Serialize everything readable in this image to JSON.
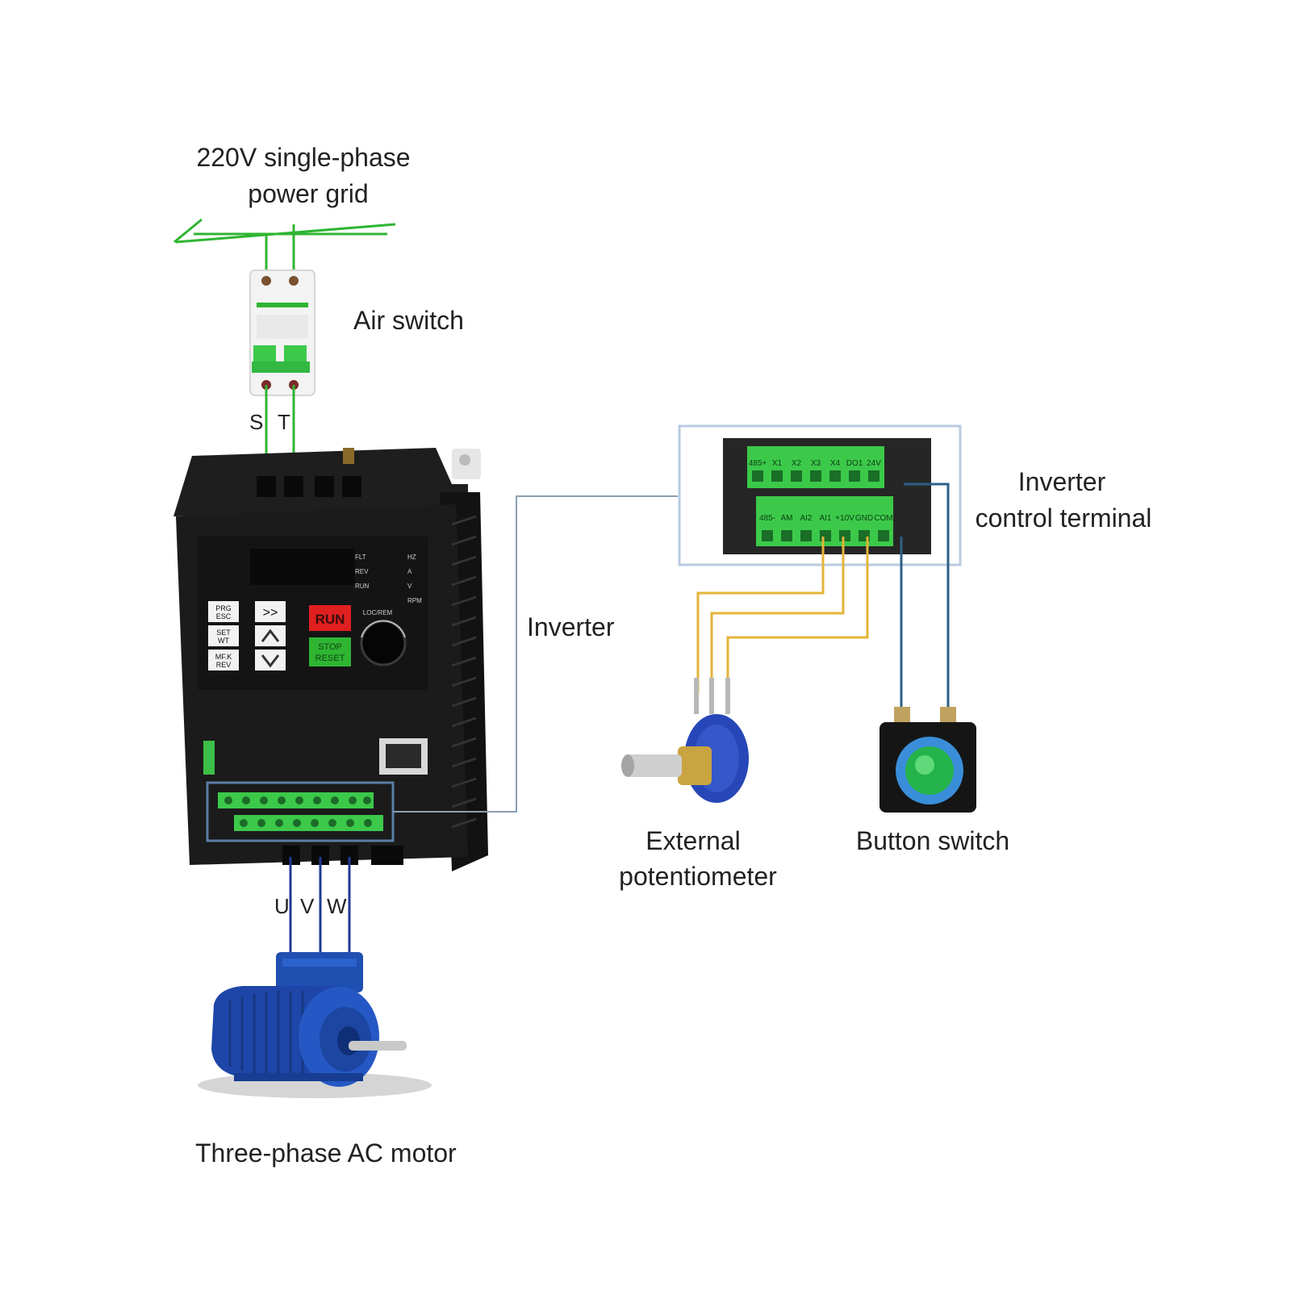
{
  "labels": {
    "power_grid_line1": "220V single-phase",
    "power_grid_line2": "power grid",
    "air_switch": "Air switch",
    "inverter": "Inverter",
    "control_terminal_line1": "Inverter",
    "control_terminal_line2": "control terminal",
    "potentiometer_line1": "External",
    "potentiometer_line2": "potentiometer",
    "button_switch": "Button switch",
    "motor": "Three-phase AC motor"
  },
  "input_terminals": {
    "s": "S",
    "t": "T"
  },
  "output_terminals": {
    "u": "U",
    "v": "V",
    "w": "W"
  },
  "keypad": {
    "run": "RUN",
    "stop_line1": "STOP",
    "stop_line2": "RESET",
    "prg_line1": "PRG",
    "prg_line2": "ESC",
    "shift": ">>",
    "set_line1": "SET",
    "set_line2": "WT",
    "mfk_line1": "MF.K",
    "mfk_line2": "REV",
    "loc_rem": "LOC/REM",
    "indicators_left": [
      "FLT",
      "REV",
      "RUN"
    ],
    "indicators_right": [
      "HZ",
      "A",
      "V",
      "RPM"
    ]
  },
  "control_terminal": {
    "top_row": [
      "485+",
      "X1",
      "X2",
      "X3",
      "X4",
      "DO1",
      "24V"
    ],
    "bottom_row": [
      "485-",
      "AM",
      "AI2",
      "AI1",
      "+10V",
      "GND",
      "COM"
    ]
  },
  "colors": {
    "grid_wire": "#2fb532",
    "motor_wire": "#1f3a93",
    "pot_wire": "#e4b438",
    "button_wire": "#2e5f86",
    "callout_line": "#8aa0b4",
    "terminal_green": "#39c449",
    "inverter_body": "#1b1b1b"
  }
}
